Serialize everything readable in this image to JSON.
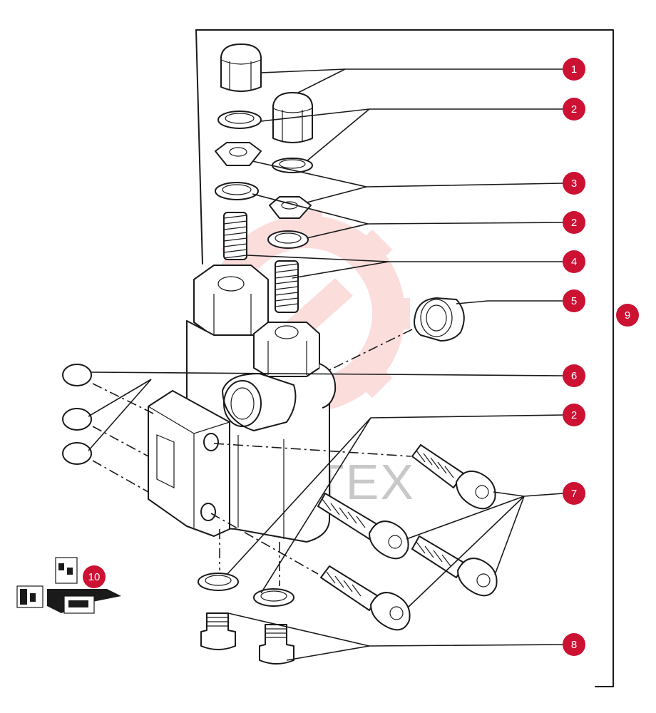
{
  "watermark": {
    "text": "ИНТЕХ",
    "color": "#e8302f"
  },
  "callout_color": "#cc1133",
  "callouts": [
    {
      "id": "c1",
      "label": "1"
    },
    {
      "id": "c2a",
      "label": "2"
    },
    {
      "id": "c3",
      "label": "3"
    },
    {
      "id": "c2b",
      "label": "2"
    },
    {
      "id": "c4",
      "label": "4"
    },
    {
      "id": "c5",
      "label": "5"
    },
    {
      "id": "c6",
      "label": "6"
    },
    {
      "id": "c2c",
      "label": "2"
    },
    {
      "id": "c7",
      "label": "7"
    },
    {
      "id": "c8",
      "label": "8"
    },
    {
      "id": "c9",
      "label": "9"
    },
    {
      "id": "c10",
      "label": "10"
    }
  ]
}
